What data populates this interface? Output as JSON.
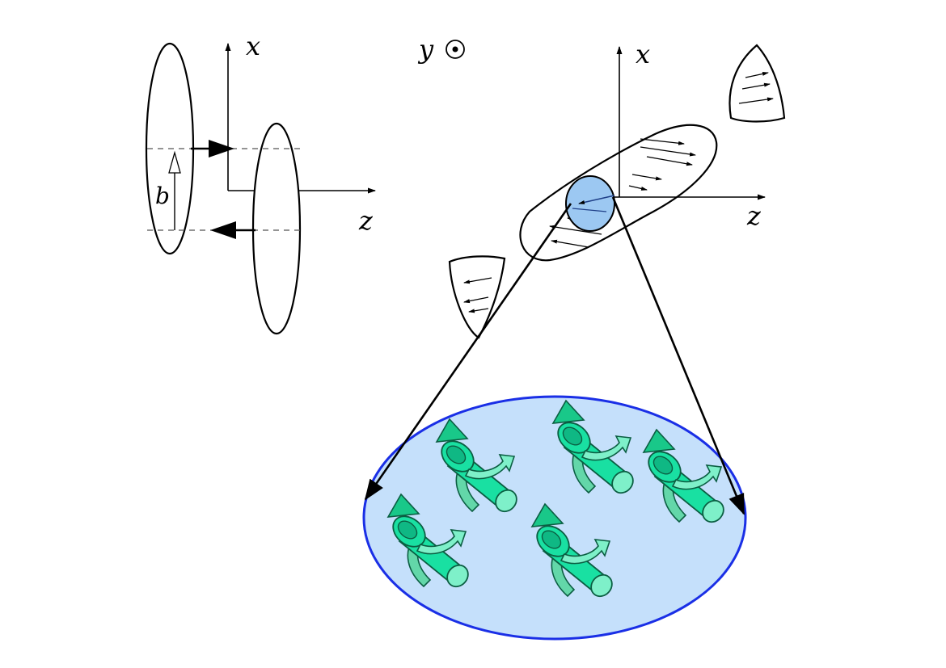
{
  "labels": {
    "x_left": "x",
    "z_left": "z",
    "y_axis": "y",
    "b_impact": "b",
    "x_right": "x",
    "z_right": "z"
  },
  "icons": {
    "y_symbol": "out-of-page-dot-icon",
    "spin": "spinning-particle-icon"
  },
  "colors": {
    "overlap_fill": "#9cc8f2",
    "zoom_fill": "#c5e0fb",
    "zoom_stroke": "#1a2fe6",
    "particle": "#19e0a2",
    "particle_dark": "#0b8a60"
  }
}
